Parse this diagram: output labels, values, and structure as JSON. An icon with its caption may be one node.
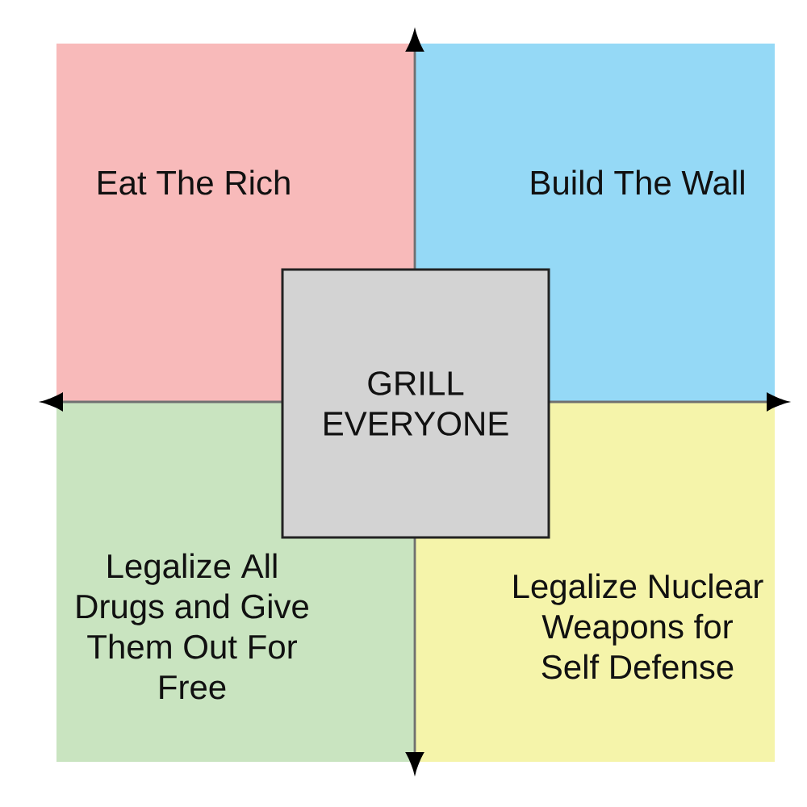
{
  "diagram": {
    "nodes": [
      {
        "text": [
          "Eat The Rich"
        ]
      },
      {
        "text": [
          "Build The Wall"
        ]
      },
      {
        "text": [
          "GRILL EVERYONE"
        ]
      },
      {
        "text": [
          "Legalize All Drugs and Give Them Out For Free"
        ]
      },
      {
        "text": [
          "Legalize Nuclear Weapons for Self Defense"
        ]
      }
    ]
  }
}
